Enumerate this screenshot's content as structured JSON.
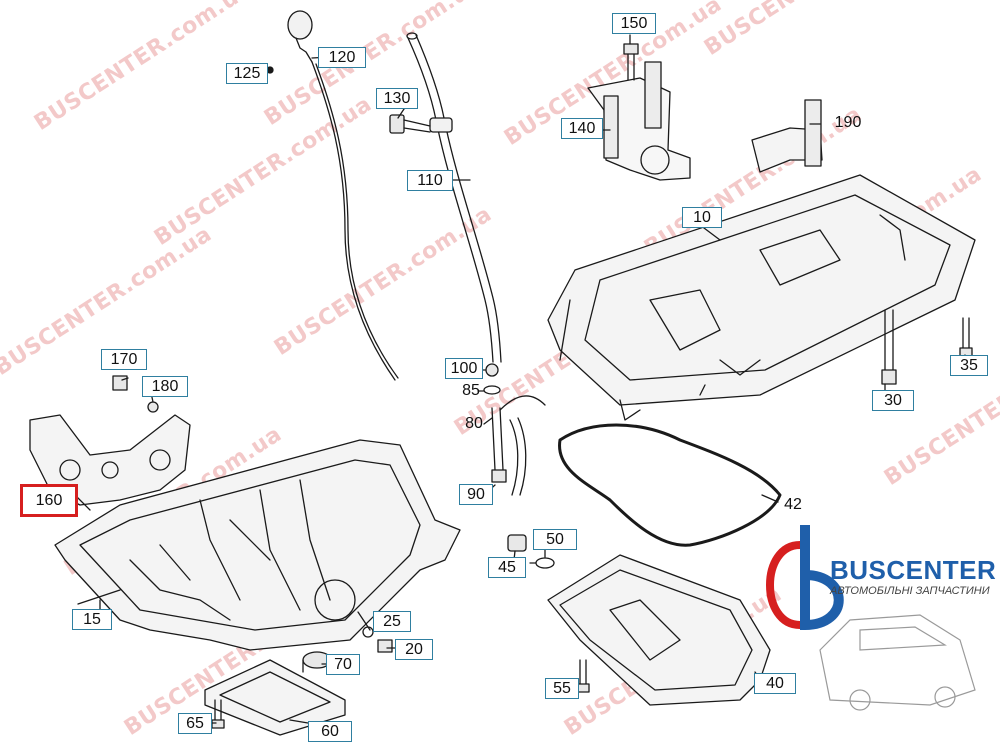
{
  "watermark": {
    "brand": "BUSCENTER",
    "domain": ".com.ua"
  },
  "logo": {
    "brand": "BUSCENTER",
    "tagline": "АВТОМОБІЛЬНІ ЗАПЧАСТИНИ"
  },
  "colors": {
    "label_border": "#2f7fa0",
    "selected_border": "#d61f1f",
    "watermark": "#f3c9c9",
    "logo_blue": "#1f5faa",
    "logo_red": "#d61f1f"
  },
  "selected_label": "160",
  "labels": [
    {
      "id": "l10",
      "text": "10"
    },
    {
      "id": "l15",
      "text": "15"
    },
    {
      "id": "l20",
      "text": "20"
    },
    {
      "id": "l25",
      "text": "25"
    },
    {
      "id": "l30",
      "text": "30"
    },
    {
      "id": "l35",
      "text": "35"
    },
    {
      "id": "l40",
      "text": "40"
    },
    {
      "id": "l42",
      "text": "42"
    },
    {
      "id": "l45",
      "text": "45"
    },
    {
      "id": "l50",
      "text": "50"
    },
    {
      "id": "l55",
      "text": "55"
    },
    {
      "id": "l60",
      "text": "60"
    },
    {
      "id": "l65",
      "text": "65"
    },
    {
      "id": "l70",
      "text": "70"
    },
    {
      "id": "l80",
      "text": "80"
    },
    {
      "id": "l85",
      "text": "85"
    },
    {
      "id": "l90",
      "text": "90"
    },
    {
      "id": "l100",
      "text": "100"
    },
    {
      "id": "l110",
      "text": "110"
    },
    {
      "id": "l120",
      "text": "120"
    },
    {
      "id": "l125",
      "text": "125"
    },
    {
      "id": "l130",
      "text": "130"
    },
    {
      "id": "l140",
      "text": "140"
    },
    {
      "id": "l150",
      "text": "150"
    },
    {
      "id": "l160",
      "text": "160"
    },
    {
      "id": "l170",
      "text": "170"
    },
    {
      "id": "l180",
      "text": "180"
    },
    {
      "id": "l190",
      "text": "190"
    }
  ]
}
